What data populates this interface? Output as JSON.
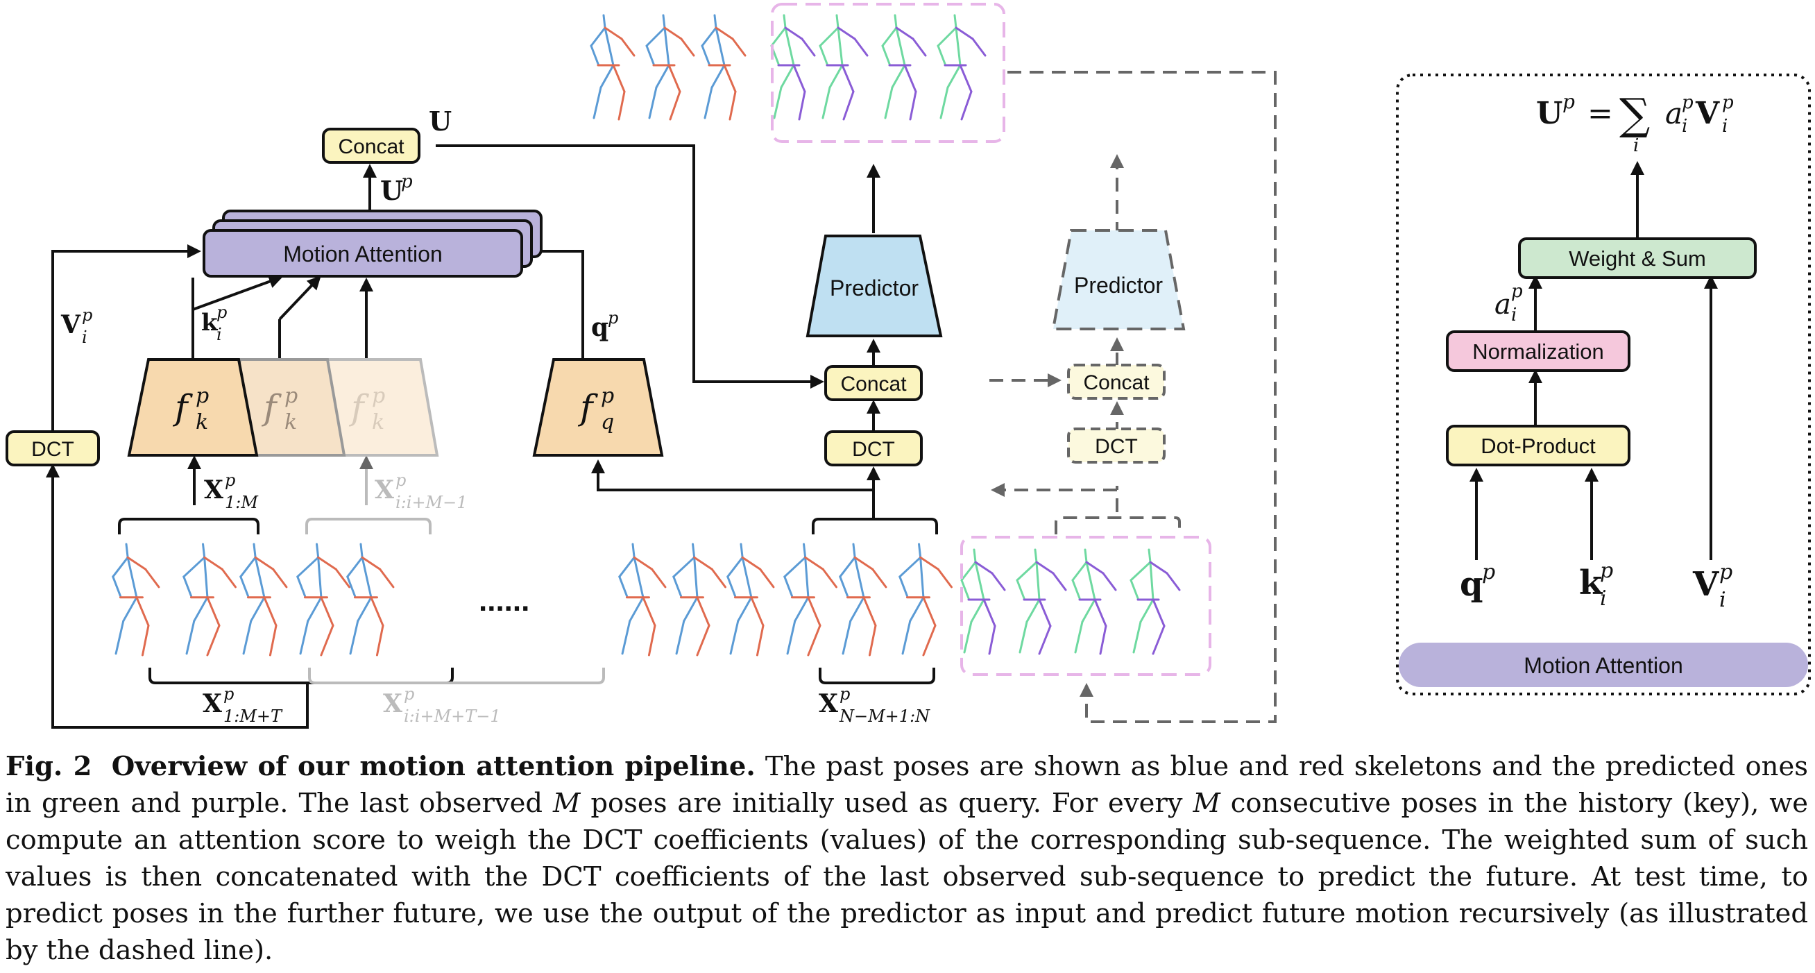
{
  "blocks": {
    "concat_top": "Concat",
    "motion_attention": "Motion Attention",
    "dct_left": "DCT",
    "predictor_1": "Predictor",
    "predictor_2": "Predictor",
    "concat_mid": "Concat",
    "concat_mid2": "Concat",
    "dct_mid": "DCT",
    "dct_mid2": "DCT",
    "dots": "......",
    "panel_weight_sum": "Weight & Sum",
    "panel_normalization": "Normalization",
    "panel_dot_product": "Dot-Product",
    "panel_title": "Motion Attention"
  },
  "math": {
    "U": "U",
    "Up": "U",
    "Up_sup": "p",
    "Vp": "V",
    "Vp_sup": "p",
    "Vp_sub": "i",
    "kp": "k",
    "kp_sup": "p",
    "kp_sub": "i",
    "qp": "q",
    "qp_sup": "p",
    "fk": "f",
    "fk_sup": "p",
    "fk_sub": "k",
    "fq": "f",
    "fq_sup": "p",
    "fq_sub": "q",
    "X1M": "X",
    "X1M_sup": "p",
    "X1M_sub": "1:M",
    "XiM": "X",
    "XiM_sup": "p",
    "XiM_sub": "i:i+M−1",
    "X1MT": "X",
    "X1MT_sup": "p",
    "X1MT_sub": "1:M+T",
    "XiMT": "X",
    "XiMT_sup": "p",
    "XiMT_sub": "i:i+M+T−1",
    "XN": "X",
    "XN_sup": "p",
    "XN_sub": "N−M+1:N",
    "ai": "a",
    "ai_sup": "p",
    "ai_sub": "i",
    "eq_lhs": "U",
    "eq_lhs_sup": "p",
    "eq_eq": "=",
    "eq_sum": "∑",
    "eq_sum_sub": "i",
    "eq_a": "a",
    "eq_a_sup": "p",
    "eq_a_sub": "i",
    "eq_V": "V",
    "eq_V_sup": "p",
    "eq_V_sub": "i"
  },
  "caption": {
    "label": "Fig. 2",
    "title": "Overview of our motion attention pipeline.",
    "s1": "The past poses are shown as blue and red skeletons and the predicted ones in green and purple. The last observed ",
    "M1": "M",
    "s2": " poses are initially used as query. For every ",
    "M2": "M",
    "s3": " consecutive poses in the history (key), we compute an attention score to weigh the DCT coefficients (values) of the corresponding sub-sequence. The weighted sum of such values is then concatenated with the DCT coefficients of the last observed sub-sequence to predict the future. At test time, to predict poses in the further future, we use the output of the predictor as input and predict future motion recursively (as illustrated by the dashed line)."
  },
  "colors": {
    "concat_fill": "#FBF4BF",
    "attention_fill": "#B9B2DB",
    "encoder_fill": "#F7D9AE",
    "predictor_fill": "#BFE0F2",
    "weight_sum_fill": "#CDE8CF",
    "normalization_fill": "#F5C8DC",
    "dashed_box": "#E7B5E8",
    "past_blue": "#5B9BD5",
    "past_red": "#E06A4E",
    "future_green": "#6ED9A0",
    "future_purple": "#8A5CD6"
  }
}
